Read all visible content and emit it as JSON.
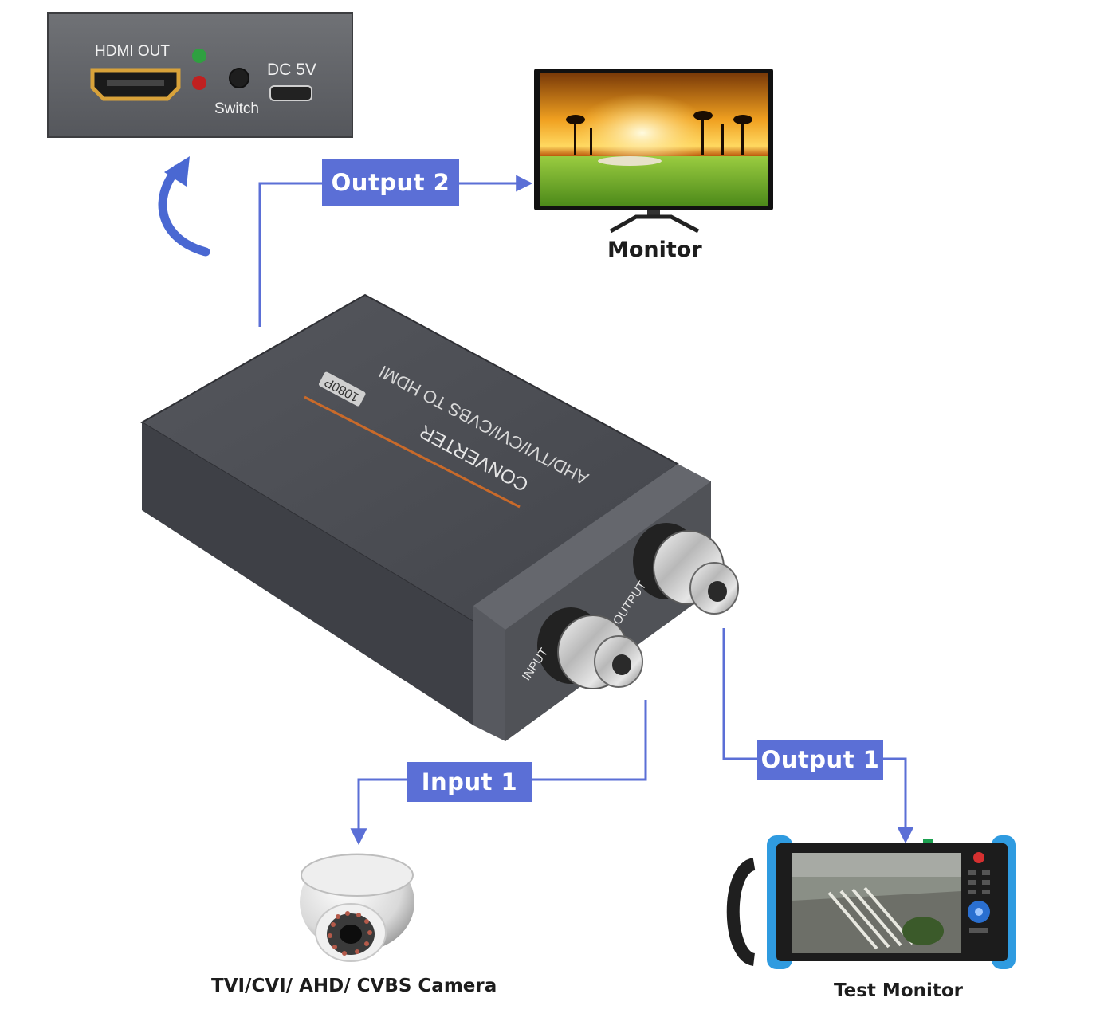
{
  "rear_panel": {
    "hdmi_label": "HDMI OUT",
    "switch_label": "Switch",
    "dc_label": "DC 5V"
  },
  "device": {
    "line1": "AHD/TVI/CVI/CVBS TO HDMI",
    "line2": "CONVERTER",
    "badge": "1080P",
    "input_port": "INPUT",
    "output_port": "OUTPUT"
  },
  "connections": {
    "output2_label": "Output  2",
    "input1_label": "Input  1",
    "output1_label": "Output  1"
  },
  "captions": {
    "monitor": "Monitor",
    "camera": "TVI/CVI/ AHD/ CVBS Camera",
    "test_monitor": "Test Monitor"
  },
  "colors": {
    "connector_blue": "#5b6fd6",
    "device_body": "#4a4c52",
    "test_monitor_bumper": "#2f9be0"
  }
}
